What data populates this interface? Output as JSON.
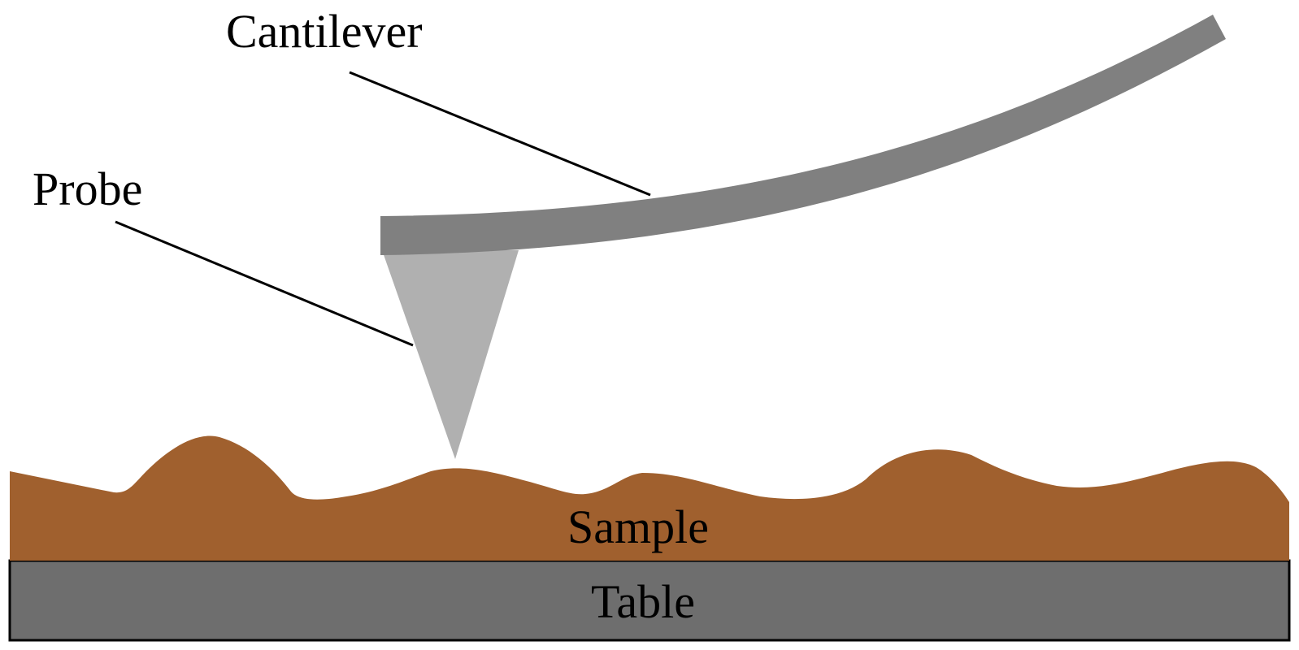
{
  "diagram": {
    "labels": {
      "cantilever": "Cantilever",
      "probe": "Probe",
      "sample": "Sample",
      "table": "Table"
    },
    "colors": {
      "cantilever": "#808080",
      "probe": "#b0b0b0",
      "sample": "#a0602e",
      "table": "#6e6e6e",
      "outline": "#000000",
      "leader_line": "#000000",
      "background": "#ffffff"
    }
  }
}
